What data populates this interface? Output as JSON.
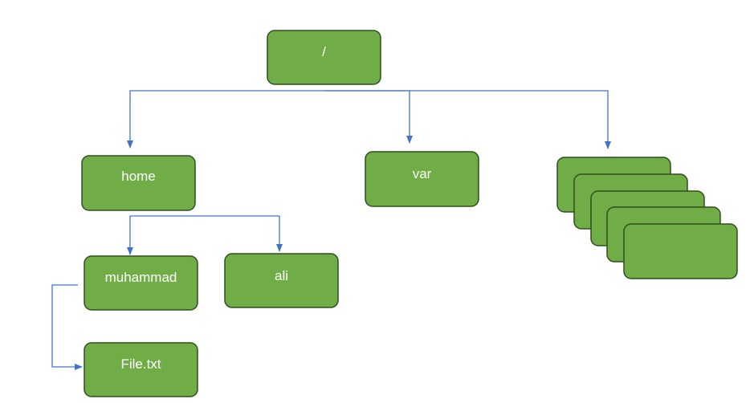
{
  "colors": {
    "node_fill": "#70ad47",
    "node_stroke": "#2f4f1f",
    "connector": "#4472c4",
    "label_text": "#ffffff"
  },
  "nodes": {
    "root": {
      "label": "/"
    },
    "home": {
      "label": "home"
    },
    "var": {
      "label": "var"
    },
    "muhammad": {
      "label": "muhammad"
    },
    "ali": {
      "label": "ali"
    },
    "file": {
      "label": "File.txt"
    },
    "more_stack": {
      "label": "",
      "count": 5
    }
  }
}
